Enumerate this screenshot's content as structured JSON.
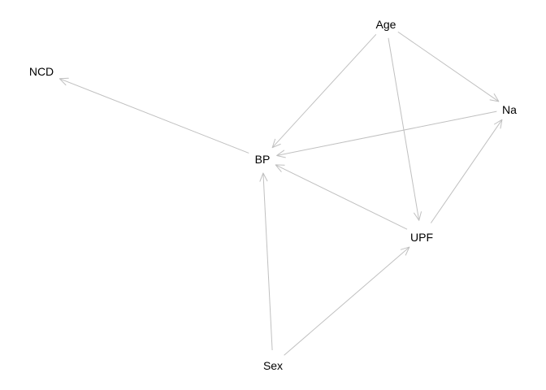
{
  "diagram": {
    "type": "directed-acyclic-graph",
    "edge_color": "#c0c0c0",
    "node_text_color": "#000000",
    "background": "#ffffff",
    "nodes": [
      {
        "id": "Age",
        "label": "Age"
      },
      {
        "id": "NCD",
        "label": "NCD"
      },
      {
        "id": "Na",
        "label": "Na"
      },
      {
        "id": "BP",
        "label": "BP"
      },
      {
        "id": "UPF",
        "label": "UPF"
      },
      {
        "id": "Sex",
        "label": "Sex"
      }
    ],
    "edges": [
      {
        "from": "Age",
        "to": "BP"
      },
      {
        "from": "Age",
        "to": "Na"
      },
      {
        "from": "Age",
        "to": "UPF"
      },
      {
        "from": "BP",
        "to": "NCD"
      },
      {
        "from": "Na",
        "to": "BP"
      },
      {
        "from": "UPF",
        "to": "BP"
      },
      {
        "from": "UPF",
        "to": "Na"
      },
      {
        "from": "Sex",
        "to": "BP"
      },
      {
        "from": "Sex",
        "to": "UPF"
      }
    ]
  }
}
